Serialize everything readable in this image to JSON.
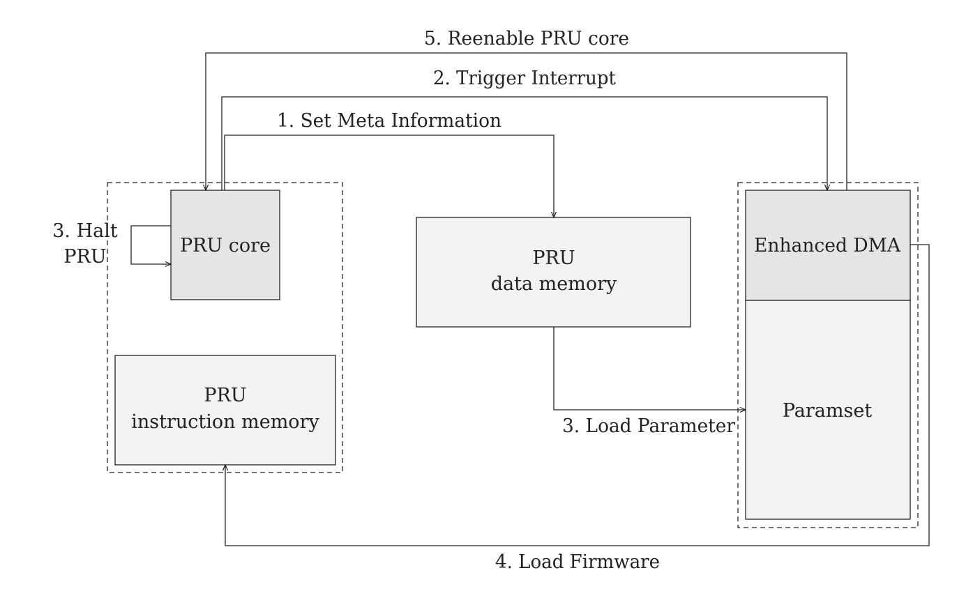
{
  "nodes": {
    "pru_core": "PRU core",
    "pru_data_memory": [
      "PRU",
      "data memory"
    ],
    "pru_instruction_memory": [
      "PRU",
      "instruction memory"
    ],
    "enhanced_dma": "Enhanced DMA",
    "paramset": "Paramset"
  },
  "steps": {
    "set_meta": "1. Set Meta Information",
    "trigger_interrupt": "2. Trigger Interrupt",
    "halt_pru": [
      "3. Halt",
      "PRU"
    ],
    "load_parameter": "3. Load Parameter",
    "load_firmware": "4. Load Firmware",
    "reenable_pru": "5. Reenable PRU core"
  },
  "colors": {
    "block_fill": "#e5e5e5",
    "memory_fill": "#f2f2f2",
    "line": "#222222"
  }
}
